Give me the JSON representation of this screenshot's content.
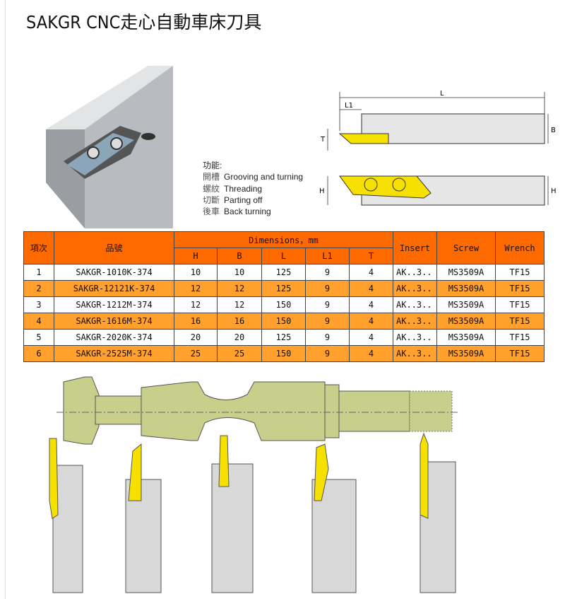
{
  "title": "SAKGR CNC走心自動車床刀具",
  "functions": {
    "heading": "功能:",
    "items": [
      {
        "zh": "開槽",
        "en": "Grooving and  turning"
      },
      {
        "zh": "螺紋",
        "en": "Threading"
      },
      {
        "zh": "切斷",
        "en": "Parting off"
      },
      {
        "zh": "後車",
        "en": "Back turning"
      }
    ]
  },
  "diagram_labels": {
    "L": "L",
    "L1": "L1",
    "T": "T",
    "B": "B",
    "H": "H"
  },
  "table": {
    "headers": {
      "item": "項次",
      "part": "品號",
      "dimensions": "Dimensions，mm",
      "H": "H",
      "B": "B",
      "L": "L",
      "L1": "L1",
      "T": "T",
      "insert": "Insert",
      "screw": "Screw",
      "wrench": "Wrench"
    },
    "rows": [
      [
        "1",
        "SAKGR-1010K-374",
        "10",
        "10",
        "125",
        "9",
        "4",
        "AK..3..",
        "MS3509A",
        "TF15"
      ],
      [
        "2",
        "SAKGR-12121K-374",
        "12",
        "12",
        "125",
        "9",
        "4",
        "AK..3..",
        "MS3509A",
        "TF15"
      ],
      [
        "3",
        "SAKGR-1212M-374",
        "12",
        "12",
        "150",
        "9",
        "4",
        "AK..3..",
        "MS3509A",
        "TF15"
      ],
      [
        "4",
        "SAKGR-1616M-374",
        "16",
        "16",
        "150",
        "9",
        "4",
        "AK..3..",
        "MS3509A",
        "TF15"
      ],
      [
        "5",
        "SAKGR-2020K-374",
        "20",
        "20",
        "125",
        "9",
        "4",
        "AK..3..",
        "MS3509A",
        "TF15"
      ],
      [
        "6",
        "SAKGR-2525M-374",
        "25",
        "25",
        "150",
        "9",
        "4",
        "AK..3..",
        "MS3509A",
        "TF15"
      ]
    ]
  },
  "colors": {
    "header": "#ff6a00",
    "alt_row": "#ffa12c",
    "insert": "#f5e000",
    "workpiece": "#c8cf8a"
  }
}
